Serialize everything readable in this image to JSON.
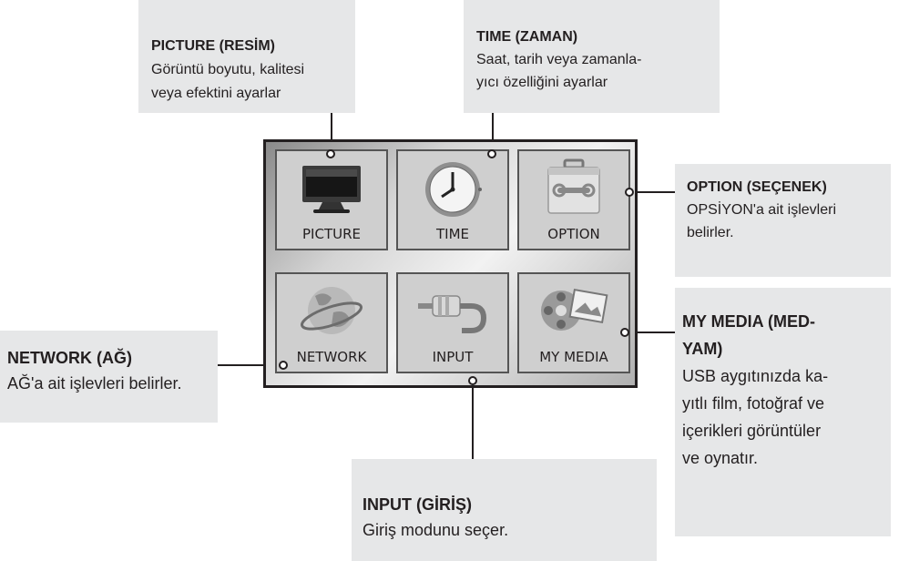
{
  "menu": {
    "tiles": [
      {
        "label": "PICTURE",
        "icon": "tv-monitor-icon"
      },
      {
        "label": "TIME",
        "icon": "clock-icon"
      },
      {
        "label": "OPTION",
        "icon": "toolbox-icon"
      },
      {
        "label": "NETWORK",
        "icon": "globe-icon"
      },
      {
        "label": "INPUT",
        "icon": "input-plug-icon"
      },
      {
        "label": "MY MEDIA",
        "icon": "film-photo-icon"
      }
    ]
  },
  "callouts": {
    "picture": {
      "title": "PICTURE (RESİM)",
      "desc_lines": [
        "Görüntü boyutu, kalitesi",
        "veya efektini ayarlar"
      ]
    },
    "time": {
      "title": "TIME (ZAMAN)",
      "desc_lines": [
        "Saat, tarih veya zamanla-",
        "yıcı özelliğini ayarlar"
      ]
    },
    "option": {
      "title": "OPTION (SEÇENEK)",
      "desc_lines": [
        "OPSİYON'a ait işlevleri",
        "belirler."
      ]
    },
    "mymedia": {
      "title_lines": [
        "MY MEDIA (MED-",
        "YAM)"
      ],
      "desc_lines": [
        "USB aygıtınızda ka-",
        "yıtlı film, fotoğraf ve",
        "içerikleri görüntüler",
        "ve oynatır."
      ]
    },
    "network": {
      "title": "NETWORK (AĞ)",
      "desc_lines": [
        "AĞ'a ait işlevleri belirler."
      ]
    },
    "input": {
      "title": "INPUT (GİRİŞ)",
      "desc_lines": [
        "Giriş modunu seçer."
      ]
    }
  }
}
